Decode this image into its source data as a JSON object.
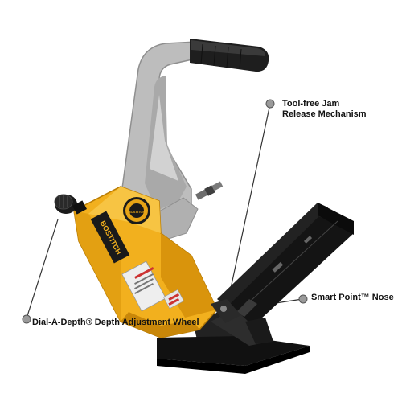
{
  "image": {
    "subject": "floor-nailer",
    "colors": {
      "body": "#f2b01e",
      "body_shadow": "#d9940c",
      "handle_frame": "#b9b9b9",
      "handle_grip": "#222222",
      "base": "#1d1d1d",
      "magazine": "#141414",
      "callout_line": "#333333",
      "callout_dot": "#9a9a9a"
    }
  },
  "brand": {
    "logo_text": "BOSTITCH",
    "badge_text": "BOSTITCH"
  },
  "callouts": {
    "jam_release_line1": "Tool-free Jam",
    "jam_release_line2": "Release Mechanism",
    "smart_point": "Smart Point™ Nose",
    "dial_a_depth": "Dial-A-Depth® Depth Adjustment Wheel"
  }
}
